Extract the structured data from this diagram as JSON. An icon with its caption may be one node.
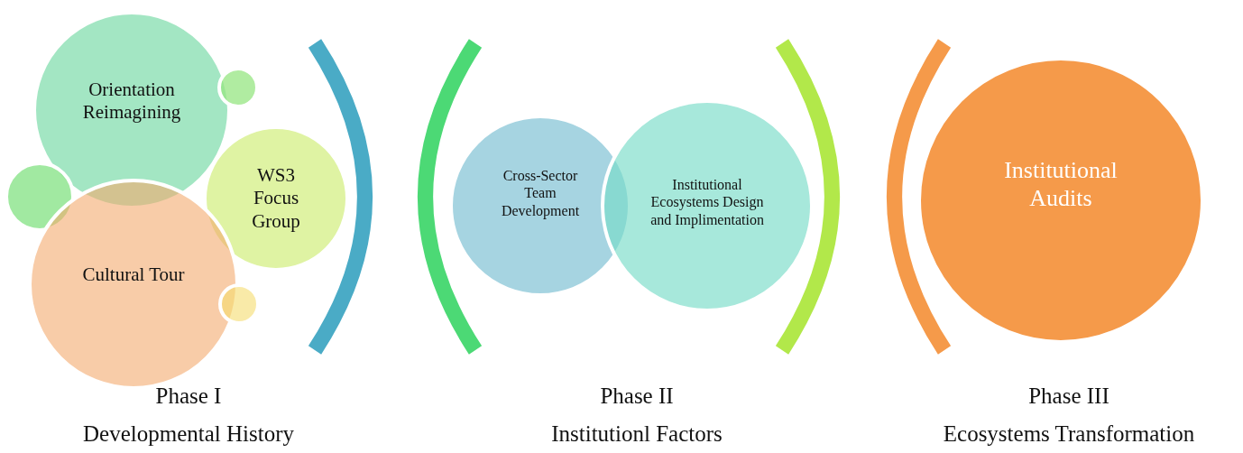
{
  "diagram": {
    "nodes": [
      {
        "text": [
          "Orientation Reimagining"
        ]
      },
      {
        "text": [],
        "shape": "circle"
      },
      {
        "text": [],
        "shape": "circle"
      },
      {
        "text": [
          "WS3 Focus Group"
        ]
      },
      {
        "text": [
          "Cultural Tour"
        ]
      },
      {
        "text": [],
        "shape": "circle"
      },
      {
        "text": [
          "Cross-Sector Team Development"
        ]
      },
      {
        "text": [
          "Institutional Ecosystems Design and Implimentation"
        ]
      },
      {
        "text": [
          "Institutional Audits"
        ]
      }
    ],
    "labels": [
      "Phase I",
      "Developmental History",
      "Phase II",
      "Institutionl Factors",
      "Phase III",
      "Ecosystems Transformation"
    ]
  }
}
